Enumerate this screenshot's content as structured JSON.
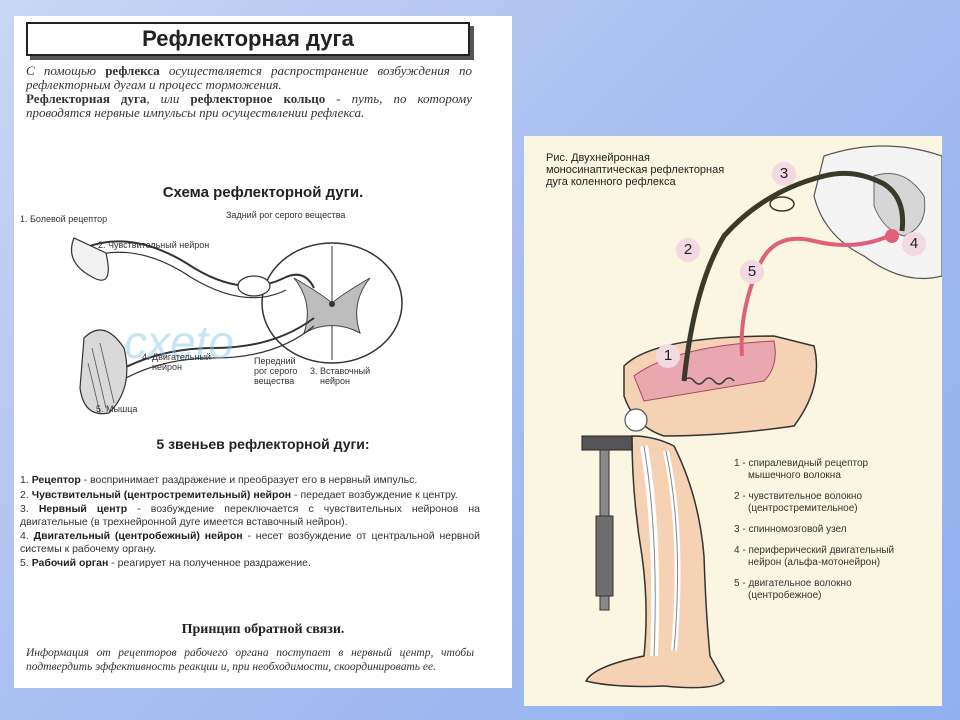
{
  "left": {
    "title": "Рефлекторная дуга",
    "intro": {
      "p1_pre": "С помощью ",
      "p1_bold": "рефлекса",
      "p1_post": " осуществляется распространение возбуждения по рефлекторным дугам и процесс торможения.",
      "p2_bold1": "Рефлекторная дуга",
      "p2_mid": ", или ",
      "p2_bold2": "рефлекторное кольцо",
      "p2_post": " - путь, по которому проводятся нервные импульсы при осуществлении рефлекса."
    },
    "scheme": {
      "title": "Схема рефлекторной дуги.",
      "labels": {
        "l1": "1. Болевой рецептор",
        "l2": "2. Чувствительный нейрон",
        "posterior_horn": "Задний рог серого вещества",
        "l4a": "4. Двигательный",
        "l4b": "нейрон",
        "anterior_a": "Передний",
        "anterior_b": "рог серого",
        "anterior_c": "вещества",
        "l3a": "3. Вставочный",
        "l3b": "нейрон",
        "l5": "5. Мышца"
      }
    },
    "links_title": "5 звеньев рефлекторной дуги:",
    "links": [
      {
        "num": "1. ",
        "name": "Рецептор",
        "text": " - воспринимает раздражение и преобразует его в нервный импульс."
      },
      {
        "num": "2. ",
        "name": "Чувствительный (центростремительный) нейрон",
        "text": " - передает возбуждение к центру."
      },
      {
        "num": "3. ",
        "name": "Нервный центр",
        "text": " - возбуждение переключается с чувствительных нейронов на двигательные (в трехнейронной дуге имеется вставочный нейрон)."
      },
      {
        "num": "4. ",
        "name": "Двигательный (центробежный) нейрон",
        "text": " - несет возбуждение от центральной нервной системы к рабочему органу."
      },
      {
        "num": "5. ",
        "name": "Рабочий орган",
        "text": " - реагирует на полученное раздражение."
      }
    ],
    "feedback_title": "Принцип обратной связи.",
    "feedback_text": "Информация от рецепторов рабочего органа поступает в нервный центр, чтобы подтвердить эффективность реакции и, при необходимости, скоординировать ее."
  },
  "right": {
    "caption": "Рис. Двухнейронная моносинаптическая рефлекторная дуга коленного рефлекса",
    "numbers": [
      "1",
      "2",
      "3",
      "4",
      "5"
    ],
    "legend": [
      {
        "a": "1 - спиралевидный рецептор",
        "b": "мышечного волокна"
      },
      {
        "a": "2 - чувствительное волокно",
        "b": "(центростремительное)"
      },
      {
        "a": "3 - спинномозговой узел",
        "b": ""
      },
      {
        "a": "4 - периферический двигательный",
        "b": "нейрон (альфа-мотонейрон)"
      },
      {
        "a": "5 - двигательное волокно",
        "b": "(центробежное)"
      }
    ]
  },
  "colors": {
    "sensory_fiber": "#3a3a2a",
    "motor_fiber": "#e0607a",
    "badge": "#f2d9e2",
    "skin": "#f6d2b4"
  }
}
